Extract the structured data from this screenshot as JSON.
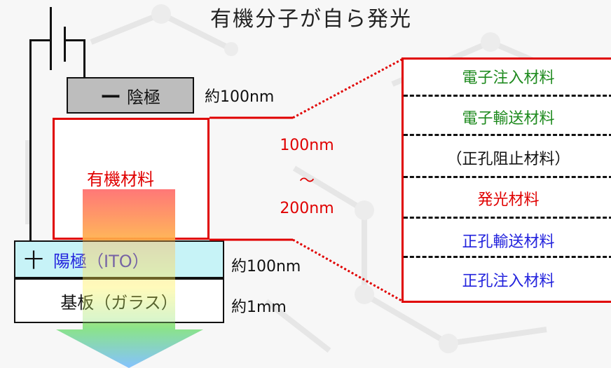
{
  "title": "有機分子が自ら発光",
  "cathode": {
    "sign": "ー",
    "label": "陰極",
    "thickness": "約100nm"
  },
  "organic": {
    "label": "有機材料",
    "thickness_top": "100nm",
    "thickness_mid": "～",
    "thickness_bottom": "200nm"
  },
  "anode": {
    "sign": "十",
    "label": "陽極（ITO）",
    "thickness": "約100nm"
  },
  "substrate": {
    "label": "基板（ガラス）",
    "thickness": "約1mm"
  },
  "layers": [
    {
      "label": "電子注入材料",
      "color": "#1e8a1e"
    },
    {
      "label": "電子輸送材料",
      "color": "#1e8a1e"
    },
    {
      "label": "（正孔阻止材料）",
      "color": "#111111"
    },
    {
      "label": "発光材料",
      "color": "#e00000"
    },
    {
      "label": "正孔輸送材料",
      "color": "#2222dd"
    },
    {
      "label": "正孔注入材料",
      "color": "#2222dd"
    }
  ],
  "colors": {
    "accent": "#e00000",
    "anode_fill": "#c7f3f7",
    "cathode_fill": "#bdbdbd"
  }
}
